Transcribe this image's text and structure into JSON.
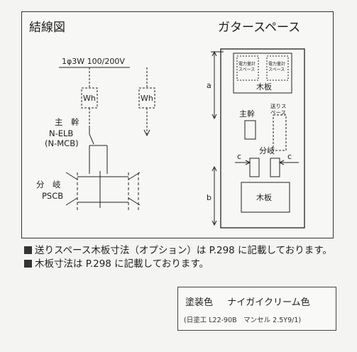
{
  "diagram": {
    "title_left": "結線図",
    "title_right": "ガタースペース",
    "supply": "1φ3W 100/200V",
    "meter_label": "Wh",
    "main_breaker_lines": [
      "主　幹",
      "N-ELB",
      "(N-MCB)"
    ],
    "branch_breaker_lines": [
      "分　岐",
      "PSCB"
    ],
    "panel_meter_space": "電力量計スペース",
    "panel_board_top": "木板",
    "panel_main": "主幹",
    "panel_feed_space": "送りスペース",
    "panel_branch": "分岐",
    "panel_board_bottom": "木板",
    "dim_a": "a",
    "dim_b": "b",
    "dim_c": "c"
  },
  "notes": [
    "送りスペース木板寸法（オプション）は P.298 に記載しております。",
    "木板寸法は P.298 に記載しております。"
  ],
  "paint": {
    "color_label": "塗装色",
    "color_name": "ナイガイクリーム色",
    "spec": "(日塗工 L22-90B　マンセル 2.5Y9/1)"
  }
}
